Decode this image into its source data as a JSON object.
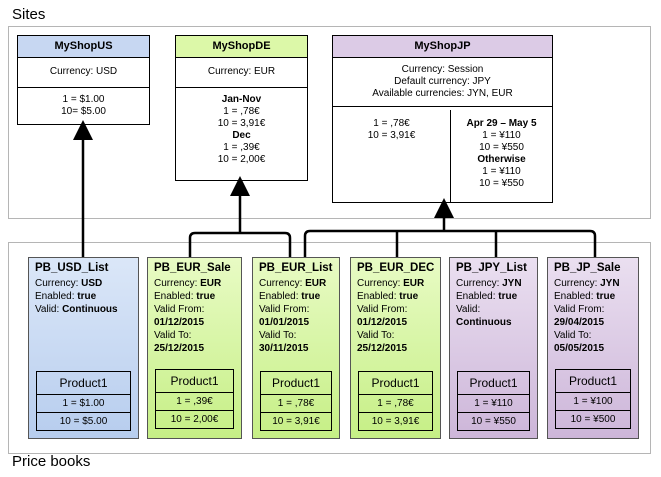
{
  "labels": {
    "sites": "Sites",
    "price_books": "Price books"
  },
  "sites": {
    "us": {
      "name": "MyShopUS",
      "currency": "Currency: USD",
      "prices": [
        "1 = $1.00",
        "10= $5.00"
      ]
    },
    "de": {
      "name": "MyShopDE",
      "currency": "Currency: EUR",
      "period1": "Jan-Nov",
      "p1": [
        "1 = ,78€",
        "10 = 3,91€"
      ],
      "period2": "Dec",
      "p2": [
        "1 = ,39€",
        "10 = 2,00€"
      ]
    },
    "jp": {
      "name": "MyShopJP",
      "info": [
        "Currency: Session",
        "Default currency: JPY",
        "Available currencies: JYN, EUR"
      ],
      "left": [
        "1 = ,78€",
        "10 = 3,91€"
      ],
      "period1": "Apr 29 – May 5",
      "p1": [
        "1 = ¥110",
        "10 = ¥550"
      ],
      "period2": "Otherwise",
      "p2": [
        "1 = ¥110",
        "10 = ¥550"
      ]
    }
  },
  "pricebooks": [
    {
      "title": "PB_USD_List",
      "currency_label": "Currency: ",
      "currency": "USD",
      "enabled_label": "Enabled: ",
      "enabled": "true",
      "valid_label": "Valid: ",
      "valid": "Continuous",
      "product": "Product1",
      "prices": [
        "1 = $1.00",
        "10 = $5.00"
      ]
    },
    {
      "title": "PB_EUR_Sale",
      "currency_label": "Currency: ",
      "currency": "EUR",
      "enabled_label": "Enabled: ",
      "enabled": "true",
      "from_label": "Valid From:",
      "from": "01/12/2015",
      "to_label": "Valid To:",
      "to": "25/12/2015",
      "product": "Product1",
      "prices": [
        "1 = ,39€",
        "10 = 2,00€"
      ]
    },
    {
      "title": "PB_EUR_List",
      "currency_label": "Currency: ",
      "currency": "EUR",
      "enabled_label": "Enabled: ",
      "enabled": "true",
      "from_label": "Valid From:",
      "from": "01/01/2015",
      "to_label": "Valid To:",
      "to": "30/11/2015",
      "product": "Product1",
      "prices": [
        "1 = ,78€",
        "10 = 3,91€"
      ]
    },
    {
      "title": "PB_EUR_DEC",
      "currency_label": "Currency: ",
      "currency": "EUR",
      "enabled_label": "Enabled: ",
      "enabled": "true",
      "from_label": "Valid From:",
      "from": "01/12/2015",
      "to_label": "Valid To:",
      "to": "25/12/2015",
      "product": "Product1",
      "prices": [
        "1 = ,78€",
        "10 = 3,91€"
      ]
    },
    {
      "title": "PB_JPY_List",
      "currency_label": "Currency: ",
      "currency": "JYN",
      "enabled_label": "Enabled: ",
      "enabled": "true",
      "valid_label": "Valid:",
      "valid": "Continuous",
      "product": "Product1",
      "prices": [
        "1 = ¥110",
        "10 = ¥550"
      ]
    },
    {
      "title": "PB_JP_Sale",
      "currency_label": "Currency: ",
      "currency": "JYN",
      "enabled_label": "Enabled: ",
      "enabled": "true",
      "from_label": "Valid From:",
      "from": "29/04/2015",
      "to_label": "Valid To:",
      "to": "05/05/2015",
      "product": "Product1",
      "prices": [
        "1 = ¥100",
        "10 = ¥500"
      ]
    }
  ],
  "colors": {
    "blue": "#b7cdee",
    "green": "#c6ef86",
    "purple": "#cdb6d9"
  }
}
